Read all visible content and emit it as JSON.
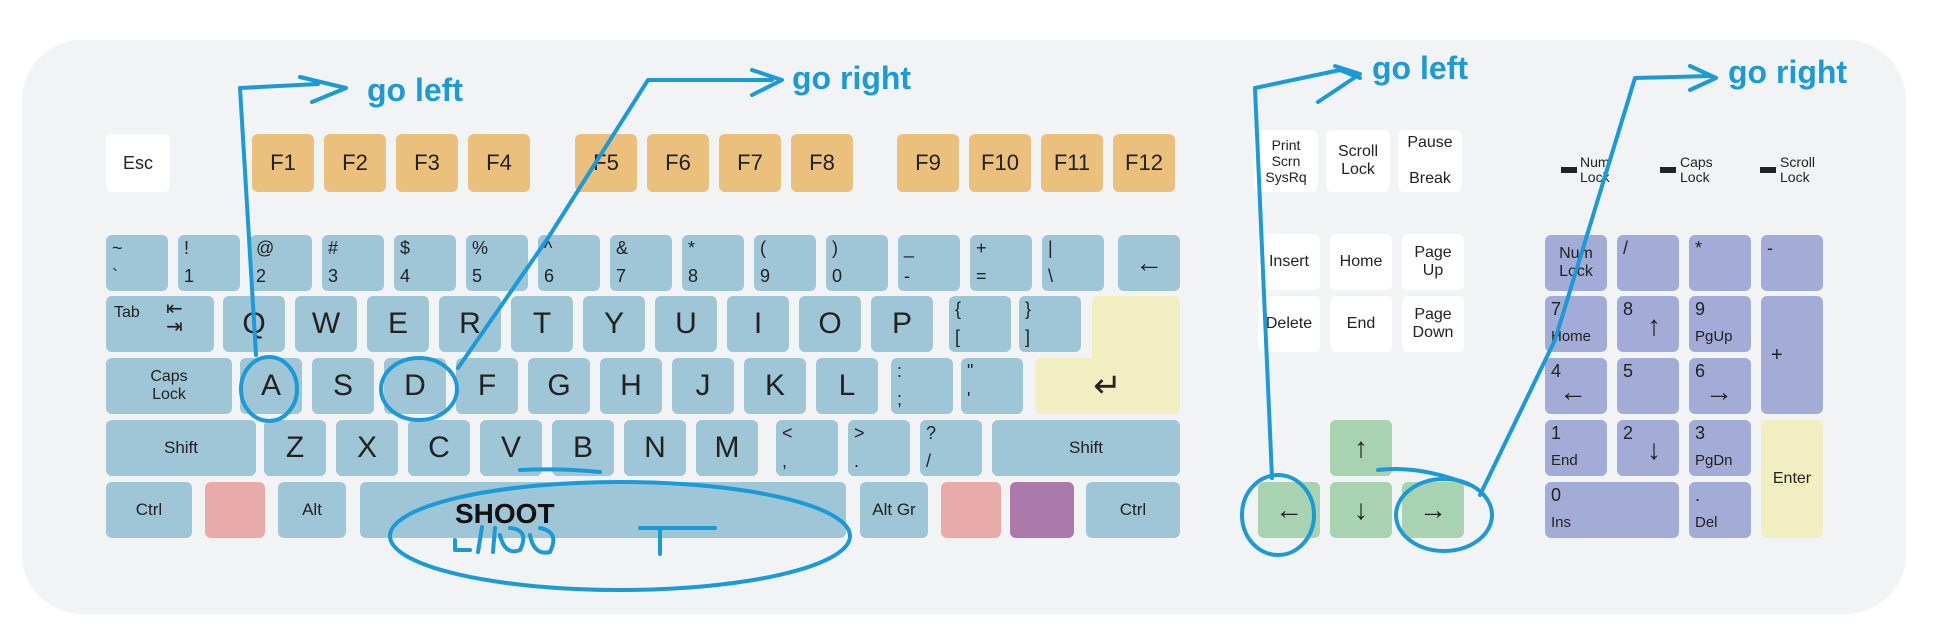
{
  "colors": {
    "board": "#f1f3f5",
    "key_blue": "#9ec6d6",
    "key_orange": "#ebc07d",
    "key_yellow": "#f1efc2",
    "key_green": "#a9d2b1",
    "key_pink": "#e9aaaa",
    "key_purple": "#ab7aab",
    "key_periwinkle": "#a3acd6",
    "ink": "#1b9ad8"
  },
  "annotations": {
    "go_left_1": "go left",
    "go_right_1": "go right",
    "go_left_2": "go left",
    "go_right_2": "go right",
    "shoot": "SHOOT"
  },
  "function_row": {
    "esc": "Esc",
    "f1": "F1",
    "f2": "F2",
    "f3": "F3",
    "f4": "F4",
    "f5": "F5",
    "f6": "F6",
    "f7": "F7",
    "f8": "F8",
    "f9": "F9",
    "f10": "F10",
    "f11": "F11",
    "f12": "F12"
  },
  "number_row": [
    {
      "top": "~",
      "bottom": "`"
    },
    {
      "top": "!",
      "bottom": "1"
    },
    {
      "top": "@",
      "bottom": "2"
    },
    {
      "top": "#",
      "bottom": "3"
    },
    {
      "top": "$",
      "bottom": "4"
    },
    {
      "top": "%",
      "bottom": "5"
    },
    {
      "top": "^",
      "bottom": "6"
    },
    {
      "top": "&",
      "bottom": "7"
    },
    {
      "top": "*",
      "bottom": "8"
    },
    {
      "top": "(",
      "bottom": "9"
    },
    {
      "top": ")",
      "bottom": "0"
    },
    {
      "top": "_",
      "bottom": "-"
    },
    {
      "top": "+",
      "bottom": "="
    },
    {
      "top": "|",
      "bottom": "\\"
    }
  ],
  "backspace_symbol": "←",
  "tab_row": {
    "tab": "Tab",
    "tab_arrows": "⇤\n⇥",
    "letters": [
      "Q",
      "W",
      "E",
      "R",
      "T",
      "Y",
      "U",
      "I",
      "O",
      "P"
    ],
    "brace_open_top": "{",
    "brace_open_bottom": "[",
    "brace_close_top": "}",
    "brace_close_bottom": "]"
  },
  "caps_row": {
    "caps": "Caps\nLock",
    "letters": [
      "A",
      "S",
      "D",
      "F",
      "G",
      "H",
      "J",
      "K",
      "L"
    ],
    "colon_top": ":",
    "colon_bottom": ";",
    "quote_top": "\"",
    "quote_bottom": "'",
    "enter_symbol": "↵"
  },
  "shift_row": {
    "shift_left": "Shift",
    "letters": [
      "Z",
      "X",
      "C",
      "V",
      "B",
      "N",
      "M"
    ],
    "lt_top": "<",
    "lt_bottom": ",",
    "gt_top": ">",
    "gt_bottom": ".",
    "q_top": "?",
    "q_bottom": "/",
    "shift_right": "Shift"
  },
  "bottom_row": {
    "ctrl_left": "Ctrl",
    "alt": "Alt",
    "alt_gr": "Alt Gr",
    "ctrl_right": "Ctrl"
  },
  "nav": {
    "print": "Print\nScrn\nSysRq",
    "scroll": "Scroll\nLock",
    "pause": "Pause\n\nBreak",
    "insert": "Insert",
    "home": "Home",
    "page_up": "Page\nUp",
    "delete": "Delete",
    "end": "End",
    "page_down": "Page\nDown",
    "up": "↑",
    "left": "←",
    "down": "↓",
    "right": "→"
  },
  "indicators": {
    "num": "Num\nLock",
    "caps": "Caps\nLock",
    "scroll": "Scroll\nLock"
  },
  "numpad": {
    "numlock": "Num\nLock",
    "slash": "/",
    "star": "*",
    "minus": "-",
    "n7": "7",
    "n7_sub": "Home",
    "n8": "8",
    "n8_sub": "↑",
    "n9": "9",
    "n9_sub": "PgUp",
    "plus": "+",
    "n4": "4",
    "n4_sub": "←",
    "n5": "5",
    "n6": "6",
    "n6_sub": "→",
    "n1": "1",
    "n1_sub": "End",
    "n2": "2",
    "n2_sub": "↓",
    "n3": "3",
    "n3_sub": "PgDn",
    "enter": "Enter",
    "n0": "0",
    "n0_sub": "Ins",
    "dot": ".",
    "dot_sub": "Del"
  }
}
